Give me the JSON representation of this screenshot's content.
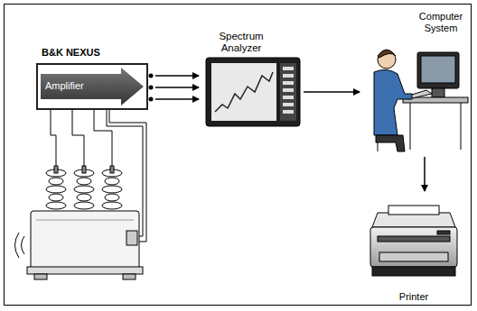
{
  "diagram": {
    "nodes": [
      {
        "text": [
          "B&K NEXUS",
          "Amplifier"
        ]
      },
      {
        "text": [
          "Spectrum Analyzer"
        ]
      },
      {
        "text": [
          "Computer System"
        ]
      },
      {
        "text": [
          "Printer"
        ]
      }
    ],
    "edges": [
      {
        "from": 0,
        "to": 1,
        "arrow": "to"
      },
      {
        "from": 0,
        "to": 1,
        "arrow": "to"
      },
      {
        "from": 0,
        "to": 1,
        "arrow": "to"
      },
      {
        "from": 1,
        "to": 2,
        "arrow": "to"
      },
      {
        "from": 2,
        "to": 3,
        "arrow": "to"
      }
    ]
  }
}
